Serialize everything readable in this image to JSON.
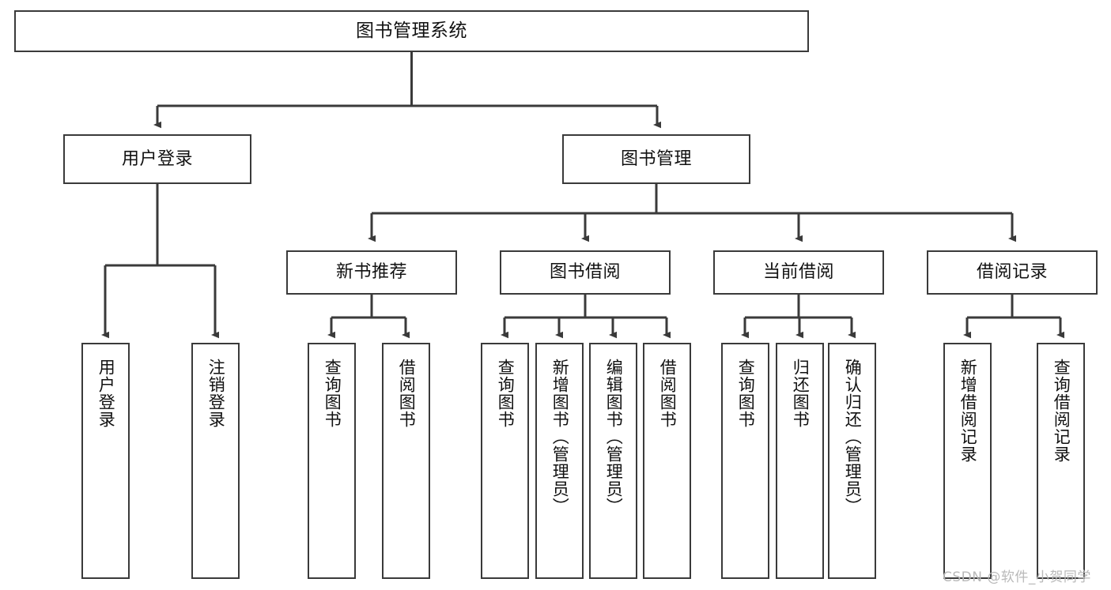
{
  "diagram": {
    "title": "图书管理系统",
    "type": "tree-hierarchy-diagram",
    "root": {
      "label": "图书管理系统",
      "orientation": "horizontal"
    },
    "level2": [
      {
        "label": "用户登录",
        "orientation": "horizontal"
      },
      {
        "label": "图书管理",
        "orientation": "horizontal"
      }
    ],
    "level3": [
      {
        "label": "新书推荐",
        "orientation": "horizontal"
      },
      {
        "label": "图书借阅",
        "orientation": "horizontal"
      },
      {
        "label": "当前借阅",
        "orientation": "horizontal"
      },
      {
        "label": "借阅记录",
        "orientation": "horizontal"
      }
    ],
    "leaves": {
      "user_login": [
        {
          "label": "用户登录",
          "orientation": "vertical"
        },
        {
          "label": "注销登录",
          "orientation": "vertical"
        }
      ],
      "new_book_recommend": [
        {
          "label": "查询图书",
          "orientation": "vertical"
        },
        {
          "label": "借阅图书",
          "orientation": "vertical"
        }
      ],
      "book_borrow": [
        {
          "label": "查询图书",
          "orientation": "vertical"
        },
        {
          "label": "新增图书（管理员）",
          "orientation": "vertical"
        },
        {
          "label": "编辑图书（管理员）",
          "orientation": "vertical"
        },
        {
          "label": "借阅图书",
          "orientation": "vertical"
        }
      ],
      "current_borrow": [
        {
          "label": "查询图书",
          "orientation": "vertical"
        },
        {
          "label": "归还图书",
          "orientation": "vertical"
        },
        {
          "label": "确认归还（管理员）",
          "orientation": "vertical"
        }
      ],
      "borrow_record": [
        {
          "label": "新增借阅记录",
          "orientation": "vertical"
        },
        {
          "label": "查询借阅记录",
          "orientation": "vertical"
        }
      ]
    },
    "colors": {
      "box_border": "#3a3a3a",
      "box_fill": "#ffffff",
      "connector": "#3a3a3a",
      "text": "#111111",
      "watermark": "#b9b9b9",
      "background": "#ffffff"
    },
    "watermark": "CSDN @软件_小贺同学"
  }
}
